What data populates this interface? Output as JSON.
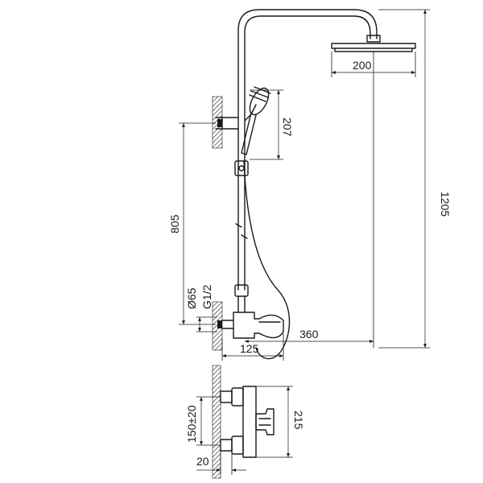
{
  "dimensions": {
    "head_diameter": "200",
    "hand_shower_length": "207",
    "total_height": "1205",
    "slide_height": "805",
    "pipe_diameter": "Ø65",
    "thread": "G1/2",
    "reach": "360",
    "mixer_depth": "125",
    "mixer_height": "215",
    "inlet_centers": "150±20",
    "wall_offset": "20"
  },
  "colors": {
    "line": "#1a1a1a",
    "background": "#ffffff"
  }
}
